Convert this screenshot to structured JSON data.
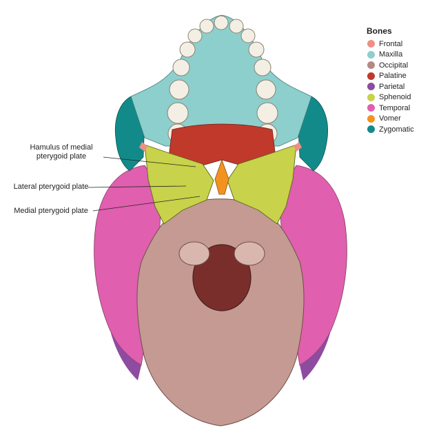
{
  "legend": {
    "title": "Bones",
    "items": [
      {
        "label": "Frontal",
        "color": "#ee8f86"
      },
      {
        "label": "Maxilla",
        "color": "#8ccfcd"
      },
      {
        "label": "Occipital",
        "color": "#b58a84"
      },
      {
        "label": "Palatine",
        "color": "#c0392b"
      },
      {
        "label": "Parietal",
        "color": "#8e4ca0"
      },
      {
        "label": "Sphenoid",
        "color": "#c8d24a"
      },
      {
        "label": "Temporal",
        "color": "#e05fae"
      },
      {
        "label": "Vomer",
        "color": "#f2931f"
      },
      {
        "label": "Zygomatic",
        "color": "#138a8a"
      }
    ]
  },
  "callouts": [
    {
      "text": "Hamulus of medial pterygoid plate"
    },
    {
      "text": "Lateral pterygoid plate"
    },
    {
      "text": "Medial pterygoid plate"
    }
  ]
}
